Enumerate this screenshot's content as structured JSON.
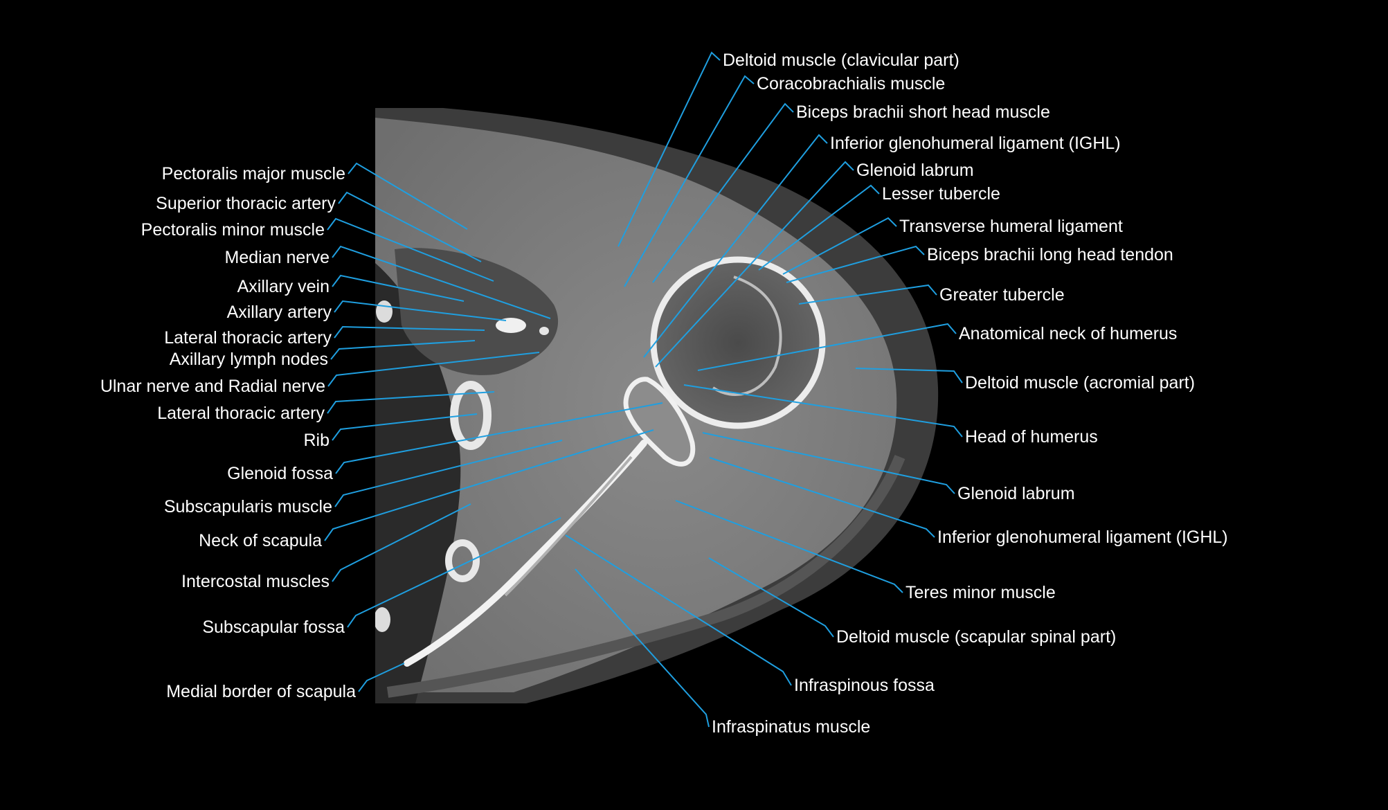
{
  "figure": {
    "background": "#000000",
    "leader_color": "#1f9fe0",
    "label_color": "#ffffff"
  },
  "labels": [
    "Deltoid muscle (clavicular part)",
    "Coracobrachialis muscle",
    "Biceps brachii short head muscle",
    "Inferior glenohumeral ligament (IGHL)",
    "Glenoid labrum",
    "Lesser tubercle",
    "Transverse humeral ligament",
    "Biceps brachii long head tendon",
    "Greater tubercle",
    "Anatomical neck of humerus",
    "Deltoid muscle (acromial part)",
    "Head of humerus",
    "Glenoid labrum",
    "Inferior glenohumeral ligament (IGHL)",
    "Teres minor muscle",
    "Deltoid muscle (scapular spinal part)",
    "Infraspinous fossa",
    "Infraspinatus muscle",
    "Pectoralis major muscle",
    "Superior thoracic artery",
    "Pectoralis minor muscle",
    "Median nerve",
    "Axillary vein",
    "Axillary artery",
    "Lateral thoracic artery",
    "Axillary lymph nodes",
    "Ulnar nerve and Radial nerve",
    "Lateral thoracic artery",
    "Rib",
    "Glenoid fossa",
    "Subscapularis muscle",
    "Neck of scapula",
    "Intercostal muscles",
    "Subscapular fossa",
    "Medial border of scapula"
  ]
}
